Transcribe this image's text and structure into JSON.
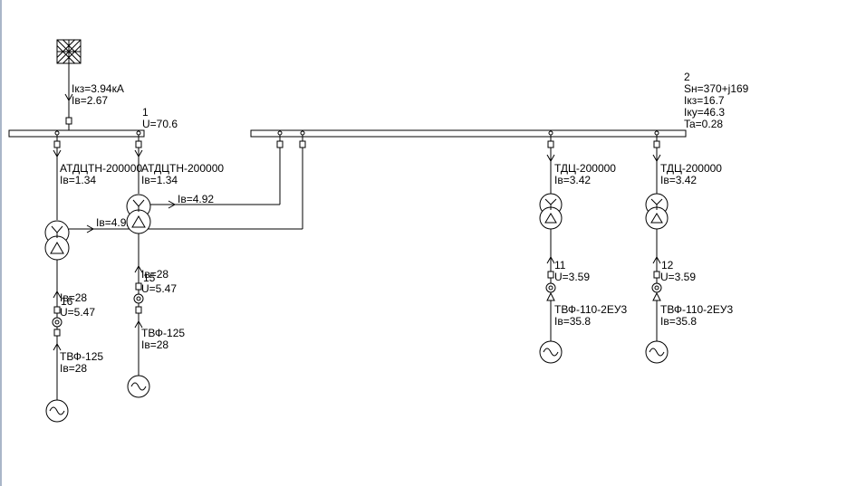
{
  "system": {
    "ikz": "Iкз=3.94кА",
    "iv": "Iв=2.67"
  },
  "bus1": {
    "number": "1",
    "voltage": "U=70.6"
  },
  "bus2": {
    "number": "2",
    "sn": "Sн=370+j169",
    "ikz": "Iкз=16.7",
    "iky": "Iку=46.3",
    "ta": "Ta=0.28"
  },
  "t1": {
    "name": "АТДЦТН-200000",
    "iv": "Iв=1.34",
    "iv_mv": "Iв=4.92",
    "iv_lv": "Iв=28",
    "node": "16",
    "u": "U=5.47"
  },
  "t2": {
    "name": "АТДЦТН-200000",
    "iv": "Iв=1.34",
    "iv_mv": "Iв=4.92",
    "iv_lv": "Iв=28",
    "node": "15",
    "u": "U=5.47"
  },
  "g1": {
    "name": "ТВФ-125",
    "iv": "Iв=28"
  },
  "g2": {
    "name": "ТВФ-125",
    "iv": "Iв=28"
  },
  "t3": {
    "name": "ТДЦ-200000",
    "iv": "Iв=3.42"
  },
  "t4": {
    "name": "ТДЦ-200000",
    "iv": "Iв=3.42"
  },
  "n11": {
    "number": "11",
    "u": "U=3.59"
  },
  "n12": {
    "number": "12",
    "u": "U=3.59"
  },
  "g3": {
    "name": "ТВФ-110-2ЕУ3",
    "iv": "Iв=35.8"
  },
  "g4": {
    "name": "ТВФ-110-2ЕУ3",
    "iv": "Iв=35.8"
  }
}
